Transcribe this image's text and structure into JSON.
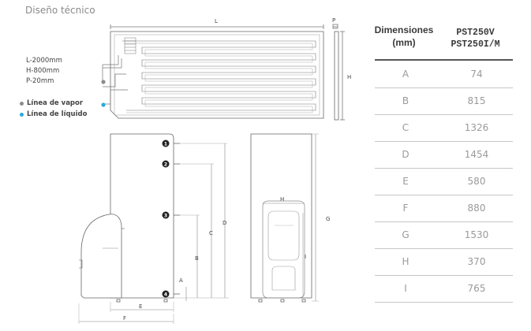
{
  "title": "Diseño técnico",
  "specs": [
    "L-2000mm",
    "H-800mm",
    "P-20mm"
  ],
  "legend": [
    {
      "label": "Línea de vapor",
      "color": "#8c8c8c"
    },
    {
      "label": "Línea de líquido",
      "color": "#29a9e0"
    }
  ],
  "drawing_labels": {
    "L": "L",
    "P": "P",
    "H": "H",
    "A": "A",
    "B": "B",
    "C": "C",
    "D": "D",
    "E": "E",
    "F": "F",
    "G": "G",
    "H2": "H",
    "I": "I"
  },
  "markers": [
    "1",
    "2",
    "3",
    "4"
  ],
  "table": {
    "header_col1": "Dimensiones (mm)",
    "header_col2_line1": "PST250V",
    "header_col2_line2": "PST250I/M",
    "rows": [
      {
        "dim": "A",
        "value": "74"
      },
      {
        "dim": "B",
        "value": "815"
      },
      {
        "dim": "C",
        "value": "1326"
      },
      {
        "dim": "D",
        "value": "1454"
      },
      {
        "dim": "E",
        "value": "580"
      },
      {
        "dim": "F",
        "value": "880"
      },
      {
        "dim": "G",
        "value": "1530"
      },
      {
        "dim": "H",
        "value": "370"
      },
      {
        "dim": "I",
        "value": "765"
      }
    ]
  }
}
